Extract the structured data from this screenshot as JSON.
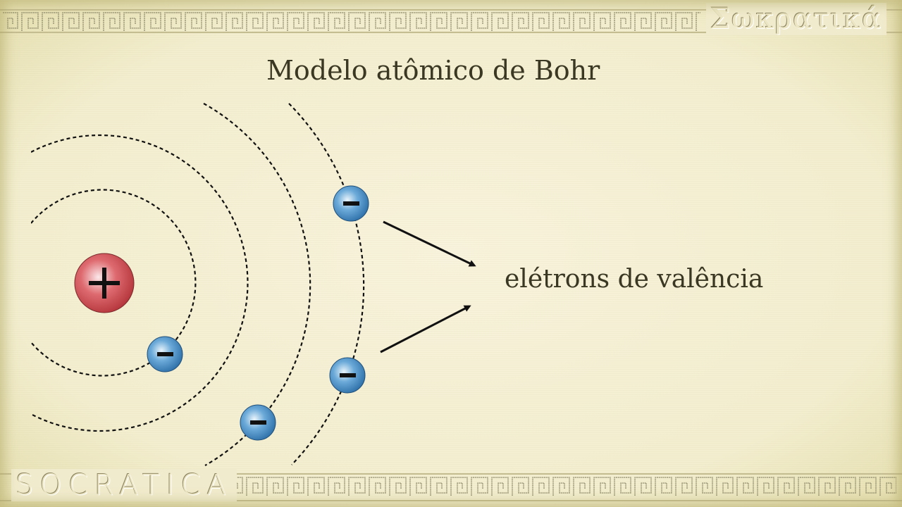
{
  "branding": {
    "greek_name": "Σωκρατικά",
    "latin_name": "SOCRATICA"
  },
  "slide": {
    "title": "Modelo atômico de Bohr",
    "annotation_label": "elétrons de valência"
  },
  "diagram": {
    "nucleus": {
      "charge_symbol": "+",
      "color": "#c8444a"
    },
    "electron": {
      "charge_symbol": "−",
      "color": "#3f87c4"
    },
    "shells": [
      {
        "shell": 1,
        "electrons": 1
      },
      {
        "shell": 2,
        "electrons": 0
      },
      {
        "shell": 3,
        "electrons": 1
      },
      {
        "shell": 4,
        "electrons": 2,
        "valence": true
      }
    ],
    "arrows_pointing_to": "elétrons de valência"
  },
  "colors": {
    "background": "#f5f0d6",
    "text": "#3a3722",
    "orbit_line": "#111111",
    "border_pattern": "#8c8768"
  }
}
